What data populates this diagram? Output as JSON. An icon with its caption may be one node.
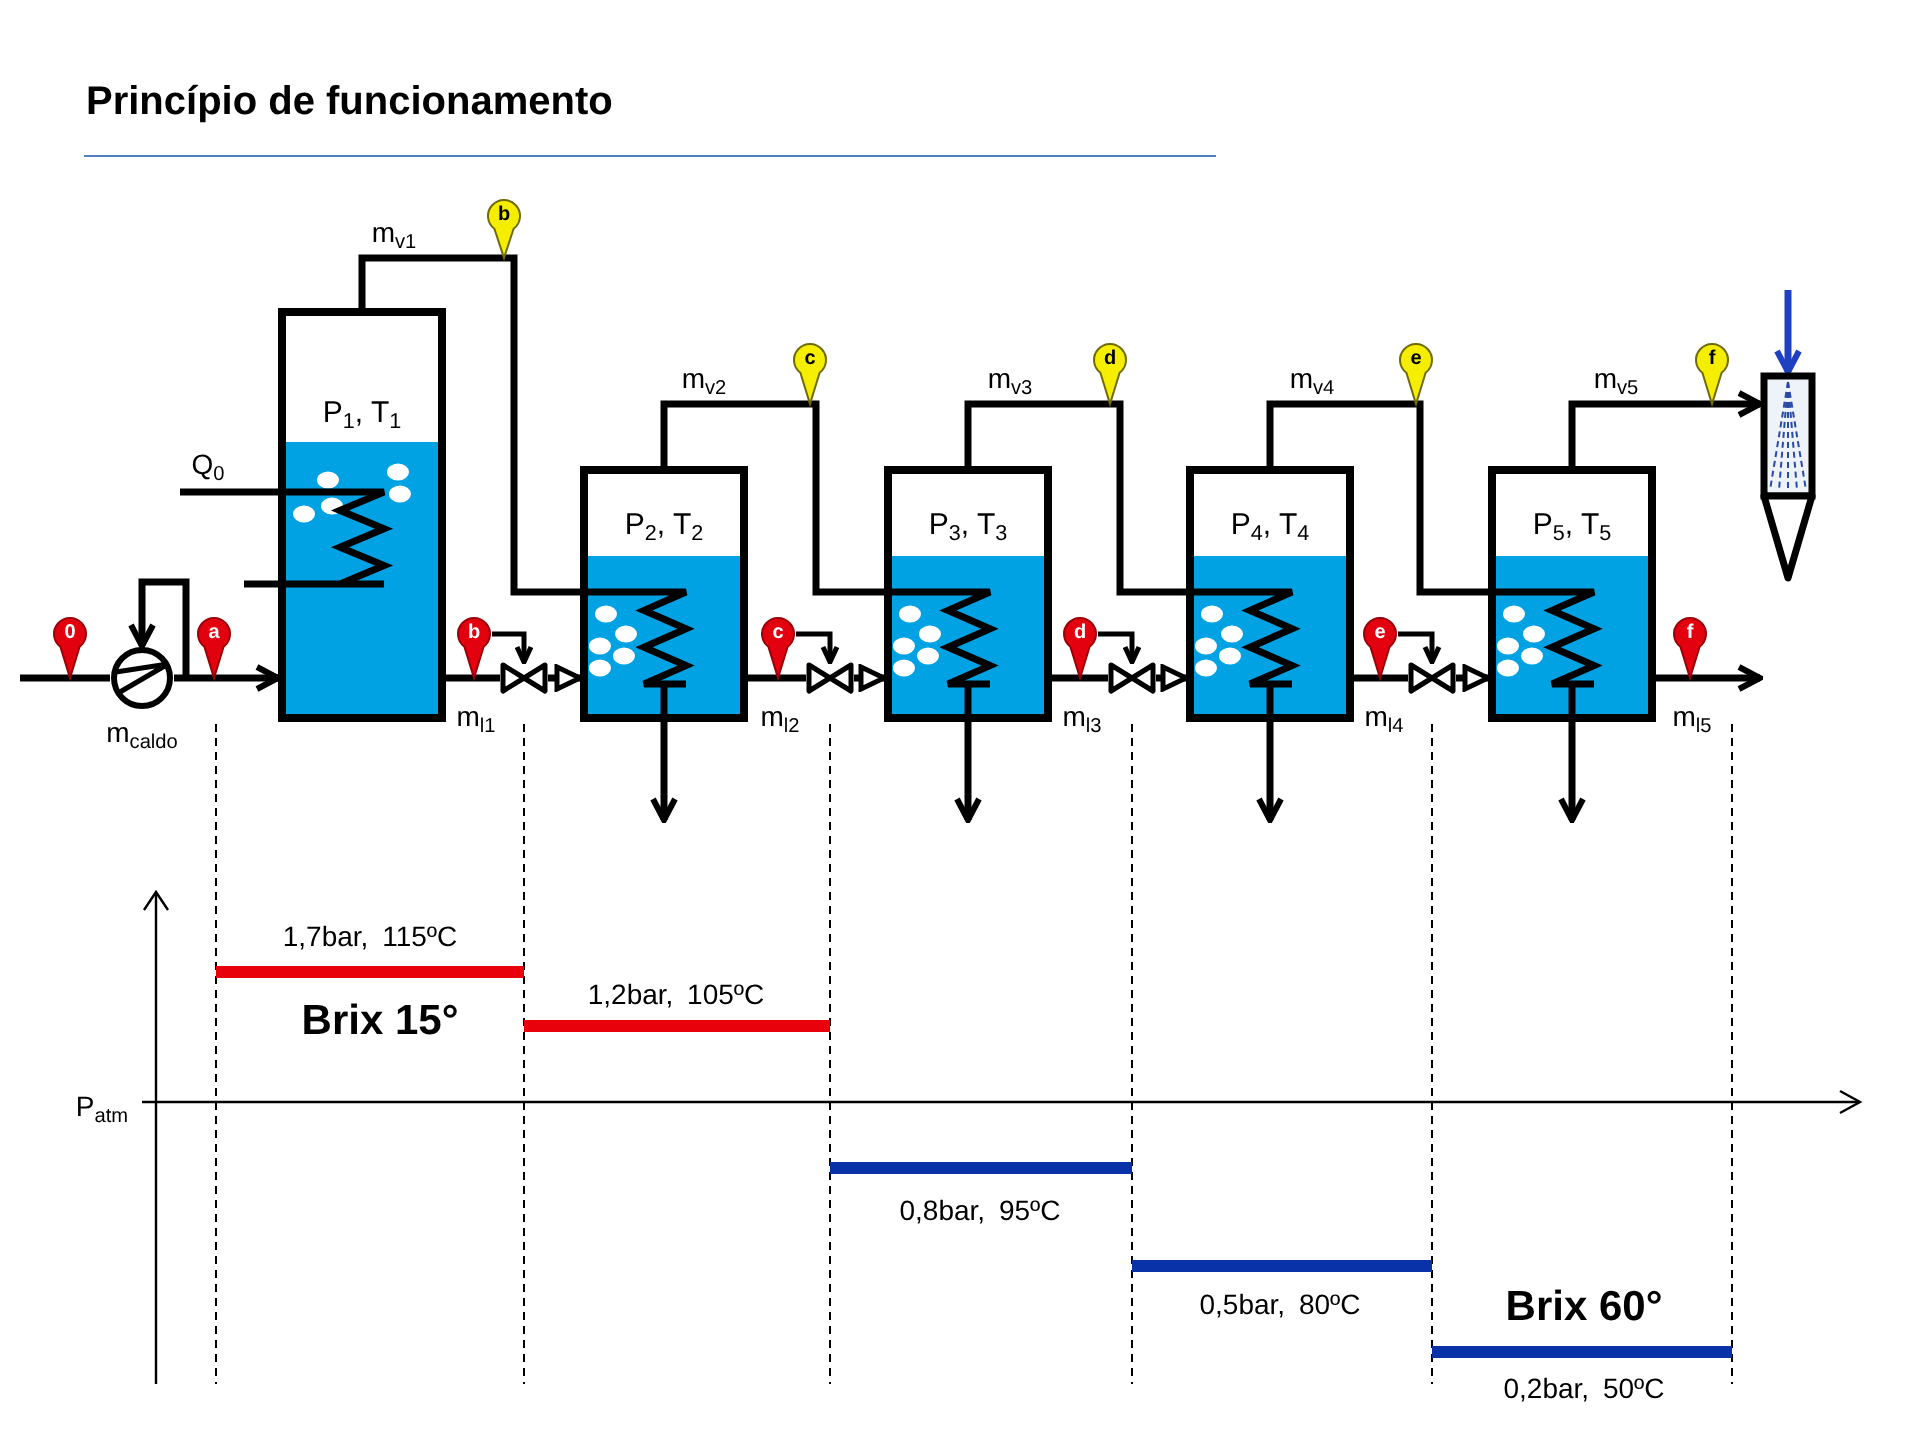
{
  "diagram": {
    "title": "Princípio de funcionamento",
    "nodes": [
      {
        "text": [
          "P$_{1}$, T$_{1}$"
        ]
      },
      {
        "text": [
          "P$_{2}$, T$_{2}$"
        ]
      },
      {
        "text": [
          "P$_{3}$, T$_{3}$"
        ]
      },
      {
        "text": [
          "P$_{4}$, T$_{4}$"
        ]
      },
      {
        "text": [
          "P$_{5}$, T$_{5}$"
        ]
      },
      {
        "text": [],
        "shape": "pump",
        "beside": [
          "m$_{caldo}$"
        ]
      },
      {
        "text": [],
        "shape": "valve"
      },
      {
        "text": [],
        "shape": "valve"
      },
      {
        "text": [],
        "shape": "valve"
      },
      {
        "text": [],
        "shape": "valve"
      },
      {
        "text": [],
        "shape": "condenser"
      },
      {
        "text": [
          "0"
        ]
      },
      {
        "text": [
          "a"
        ]
      },
      {
        "text": [
          "b"
        ]
      },
      {
        "text": [
          "c"
        ]
      },
      {
        "text": [
          "d"
        ]
      },
      {
        "text": [
          "e"
        ]
      },
      {
        "text": [
          "f"
        ]
      },
      {
        "text": [
          "b"
        ]
      },
      {
        "text": [
          "c"
        ]
      },
      {
        "text": [
          "d"
        ]
      },
      {
        "text": [
          "e"
        ]
      },
      {
        "text": [
          "f"
        ]
      }
    ],
    "edges": [
      {
        "from": null,
        "to": 5,
        "arrow": "none"
      },
      {
        "from": 5,
        "to": 0,
        "arrow": "to"
      },
      {
        "from": null,
        "to": 5,
        "arrow": "to"
      },
      {
        "from": null,
        "to": 0,
        "arrow": "none",
        "label": "Q$_{0}$"
      },
      {
        "from": 0,
        "to": null,
        "arrow": "none"
      },
      {
        "from": 0,
        "to": 1,
        "arrow": "none",
        "label": "m$_{v1}$"
      },
      {
        "from": 1,
        "to": 2,
        "arrow": "none",
        "label": "m$_{v2}$"
      },
      {
        "from": 2,
        "to": 3,
        "arrow": "none",
        "label": "m$_{v3}$"
      },
      {
        "from": 3,
        "to": 4,
        "arrow": "none",
        "label": "m$_{v4}$"
      },
      {
        "from": 4,
        "to": 10,
        "arrow": "to",
        "label": "m$_{v5}$"
      },
      {
        "from": 0,
        "to": 6,
        "arrow": "none",
        "label": "m$_{l1}$"
      },
      {
        "from": 1,
        "to": 7,
        "arrow": "none",
        "label": "m$_{l2}$"
      },
      {
        "from": 2,
        "to": 8,
        "arrow": "none",
        "label": "m$_{l3}$"
      },
      {
        "from": 3,
        "to": 9,
        "arrow": "none",
        "label": "m$_{l4}$"
      },
      {
        "from": 6,
        "to": 1,
        "arrow": "to"
      },
      {
        "from": 7,
        "to": 2,
        "arrow": "to"
      },
      {
        "from": 8,
        "to": 3,
        "arrow": "to"
      },
      {
        "from": 9,
        "to": 4,
        "arrow": "to"
      },
      {
        "from": 4,
        "to": null,
        "arrow": "to",
        "label": "m$_{l5}$"
      },
      {
        "from": 1,
        "to": null,
        "arrow": "to"
      },
      {
        "from": 2,
        "to": null,
        "arrow": "to"
      },
      {
        "from": 3,
        "to": null,
        "arrow": "to"
      },
      {
        "from": 4,
        "to": null,
        "arrow": "to"
      },
      {
        "from": null,
        "to": 10,
        "arrow": "to",
        "color": "#1f40c0"
      },
      {
        "from": 13,
        "to": 6,
        "arrow": "to"
      },
      {
        "from": 14,
        "to": 7,
        "arrow": "to"
      },
      {
        "from": 15,
        "to": 8,
        "arrow": "to"
      },
      {
        "from": 16,
        "to": 9,
        "arrow": "to"
      }
    ],
    "labels": [
      "1,7bar, 115ºC",
      "1,2bar, 105ºC",
      "Brix 15°",
      "P$_{atm}$",
      "0,8bar, 95ºC",
      "0,5bar, 80ºC",
      "Brix 60°",
      "0,2bar, 50ºC"
    ]
  }
}
